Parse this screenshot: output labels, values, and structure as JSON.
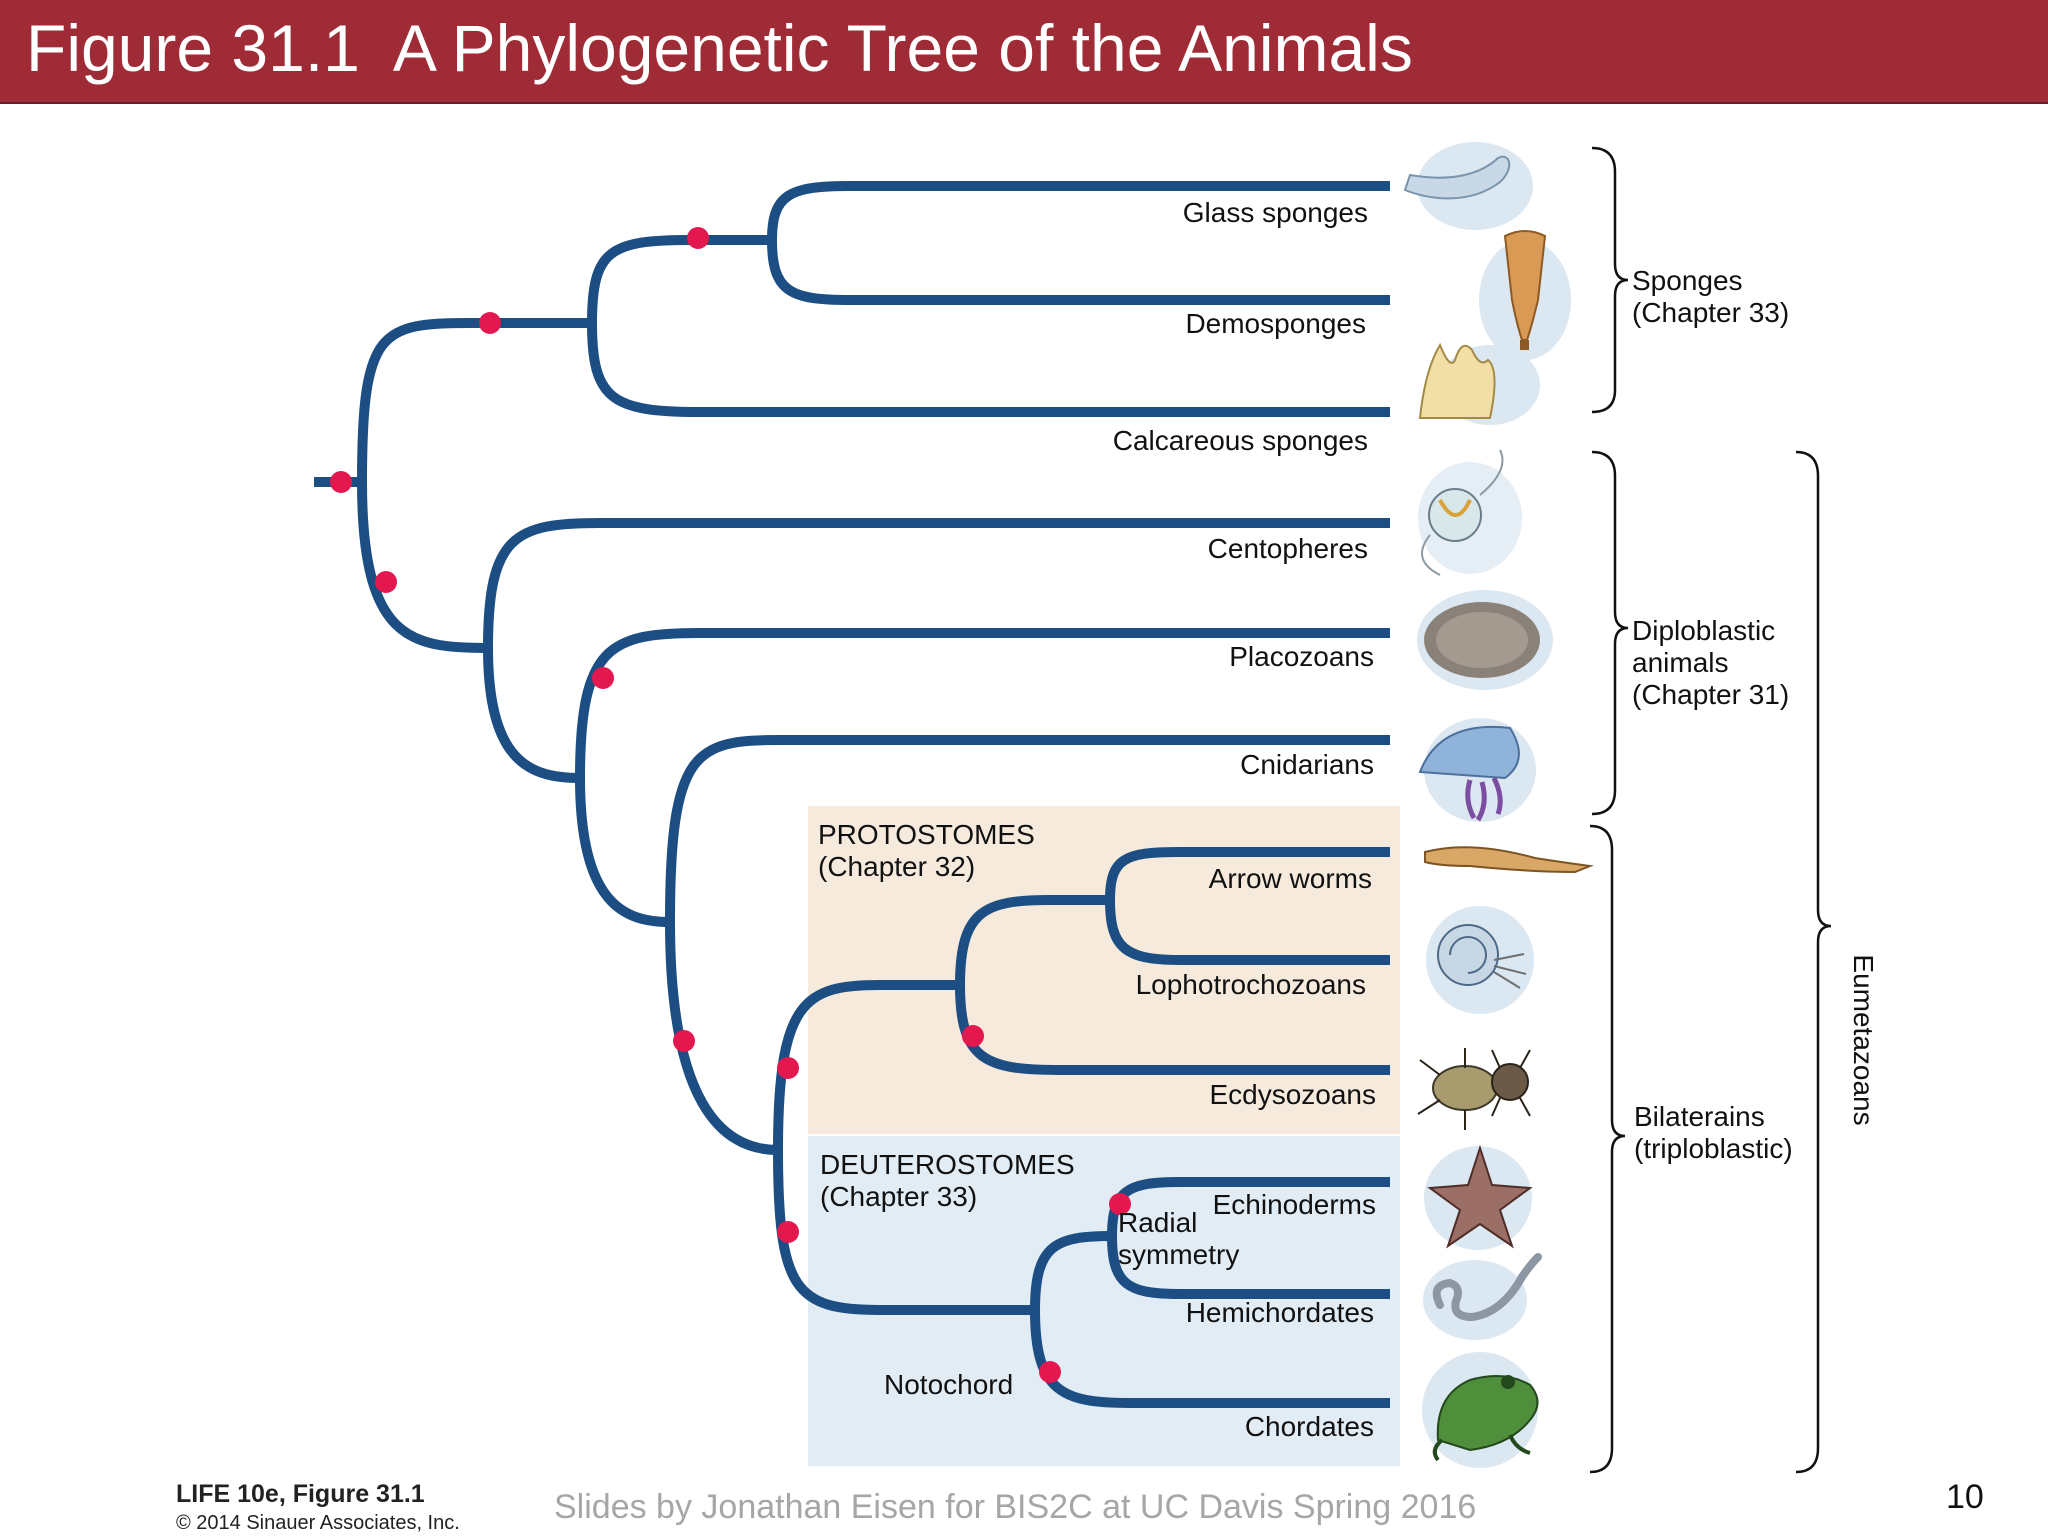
{
  "slide": {
    "title": "Figure 31.1  A Phylogenetic Tree of the Animals",
    "page_number": "10",
    "footer": "Slides by Jonathan Eisen for BIS2C at UC Davis Spring 2016",
    "credit_book": "LIFE 10e, Figure 31.1",
    "credit_copyright": "© 2014 Sinauer Associates, Inc."
  },
  "colors": {
    "title_bar": "#9e2b35",
    "branch": "#1c4e84",
    "node": "#e3184f",
    "protostome_box": "#f6eadc",
    "deuterostome_box": "#e1ecf5"
  },
  "taxa": {
    "glass_sponges": "Glass sponges",
    "demosponges": "Demosponges",
    "calcareous_sponges": "Calcareous sponges",
    "ctenophores": "Centopheres",
    "placozoans": "Placozoans",
    "cnidarians": "Cnidarians",
    "arrow_worms": "Arrow worms",
    "lophotrochozoans": "Lophotrochozoans",
    "ecdysozoans": "Ecdysozoans",
    "echinoderms": "Echinoderms",
    "hemichordates": "Hemichordates",
    "chordates": "Chordates"
  },
  "boxes": {
    "protostomes_line1": "PROTOSTOMES",
    "protostomes_line2": "(Chapter 32)",
    "deuterostomes_line1": "DEUTEROSTOMES",
    "deuterostomes_line2": "(Chapter 33)"
  },
  "traits": {
    "radial_line1": "Radial",
    "radial_line2": "symmetry",
    "notochord": "Notochord"
  },
  "groups": {
    "sponges_line1": "Sponges",
    "sponges_line2": "(Chapter 33)",
    "diploblastic_line1": "Diploblastic",
    "diploblastic_line2": "animals",
    "diploblastic_line3": "(Chapter 31)",
    "bilaterians_line1": "Bilaterains",
    "bilaterians_line2": "(triploblastic)",
    "eumetazoans": "Eumetazoans"
  },
  "icons": [
    "glass-sponge-icon",
    "demosponge-icon",
    "calcareous-sponge-icon",
    "comb-jelly-icon",
    "placozoan-icon",
    "jellyfish-icon",
    "arrow-worm-icon",
    "nautilus-icon",
    "insect-icon",
    "starfish-icon",
    "acorn-worm-icon",
    "frog-icon"
  ]
}
